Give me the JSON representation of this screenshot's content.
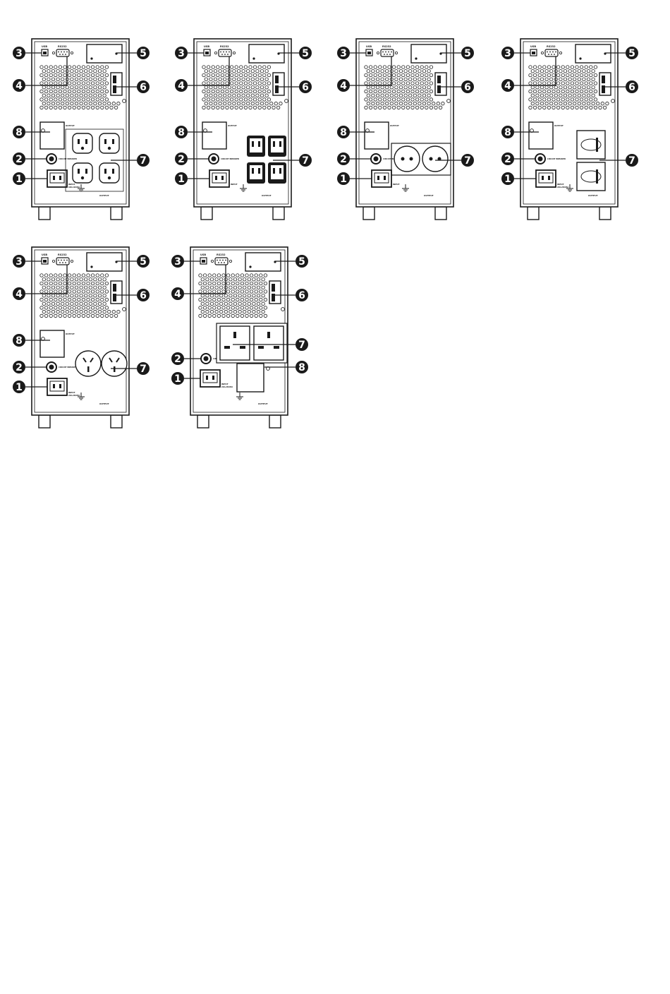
{
  "colors": {
    "ink": "#1a1a1a",
    "panel_fill": "#ffffff",
    "hole": "#1a1a1a"
  },
  "icons": {
    "badge": "numbered-callout-badge"
  },
  "panels": [
    {
      "name": "ups-rear-panel-1",
      "output_type": "nema-outlets-4",
      "labels": {
        "usb": "USB",
        "rs232": "RS232",
        "breaker": "CIRCUIT BREAKER",
        "input": "INPUT",
        "input_rating": "100-120VAC",
        "output": "OUTPUT"
      },
      "callouts": [
        "3",
        "4",
        "8",
        "2",
        "1",
        "5",
        "6",
        "7"
      ]
    },
    {
      "name": "ups-rear-panel-2",
      "output_type": "iec-c13-outlets-4",
      "labels": {
        "usb": "USB",
        "rs232": "RS232",
        "breaker": "CIRCUIT BREAKER",
        "input": "INPUT",
        "input_rating": "",
        "output": "OUTPUT"
      },
      "callouts": [
        "3",
        "4",
        "8",
        "2",
        "1",
        "5",
        "6",
        "7"
      ]
    },
    {
      "name": "ups-rear-panel-3",
      "output_type": "schuko-outlets-2",
      "labels": {
        "usb": "USB",
        "rs232": "RS232",
        "breaker": "CIRCUIT BREAKER",
        "input": "INPUT",
        "input_rating": "",
        "output": "OUTPUT"
      },
      "callouts": [
        "3",
        "4",
        "8",
        "2",
        "1",
        "5",
        "6",
        "7"
      ]
    },
    {
      "name": "ups-rear-panel-4",
      "output_type": "universal-outlets-2",
      "labels": {
        "usb": "USB",
        "rs232": "RS232",
        "breaker": "CIRCUIT BREAKER",
        "input": "INPUT",
        "input_rating": "220-240VAC",
        "output": "OUTPUT"
      },
      "callouts": [
        "3",
        "4",
        "8",
        "2",
        "1",
        "5",
        "6",
        "7"
      ]
    },
    {
      "name": "ups-rear-panel-5",
      "output_type": "australian-outlets-2",
      "labels": {
        "usb": "USB",
        "rs232": "RS232",
        "breaker": "CIRCUIT BREAKER",
        "input": "INPUT",
        "input_rating": "220-240VAC",
        "output": "OUTPUT"
      },
      "callouts": [
        "3",
        "4",
        "8",
        "2",
        "1",
        "5",
        "6",
        "7"
      ]
    },
    {
      "name": "ups-rear-panel-6",
      "output_type": "uk-outlets-2",
      "labels": {
        "usb": "USB",
        "rs232": "RS232",
        "breaker": "CIRCUIT BREAKER",
        "input": "INPUT",
        "input_rating": "220-240VAC",
        "output": "OUTPUT"
      },
      "callouts": [
        "3",
        "4",
        "7",
        "2",
        "1",
        "5",
        "6",
        "8"
      ]
    }
  ]
}
